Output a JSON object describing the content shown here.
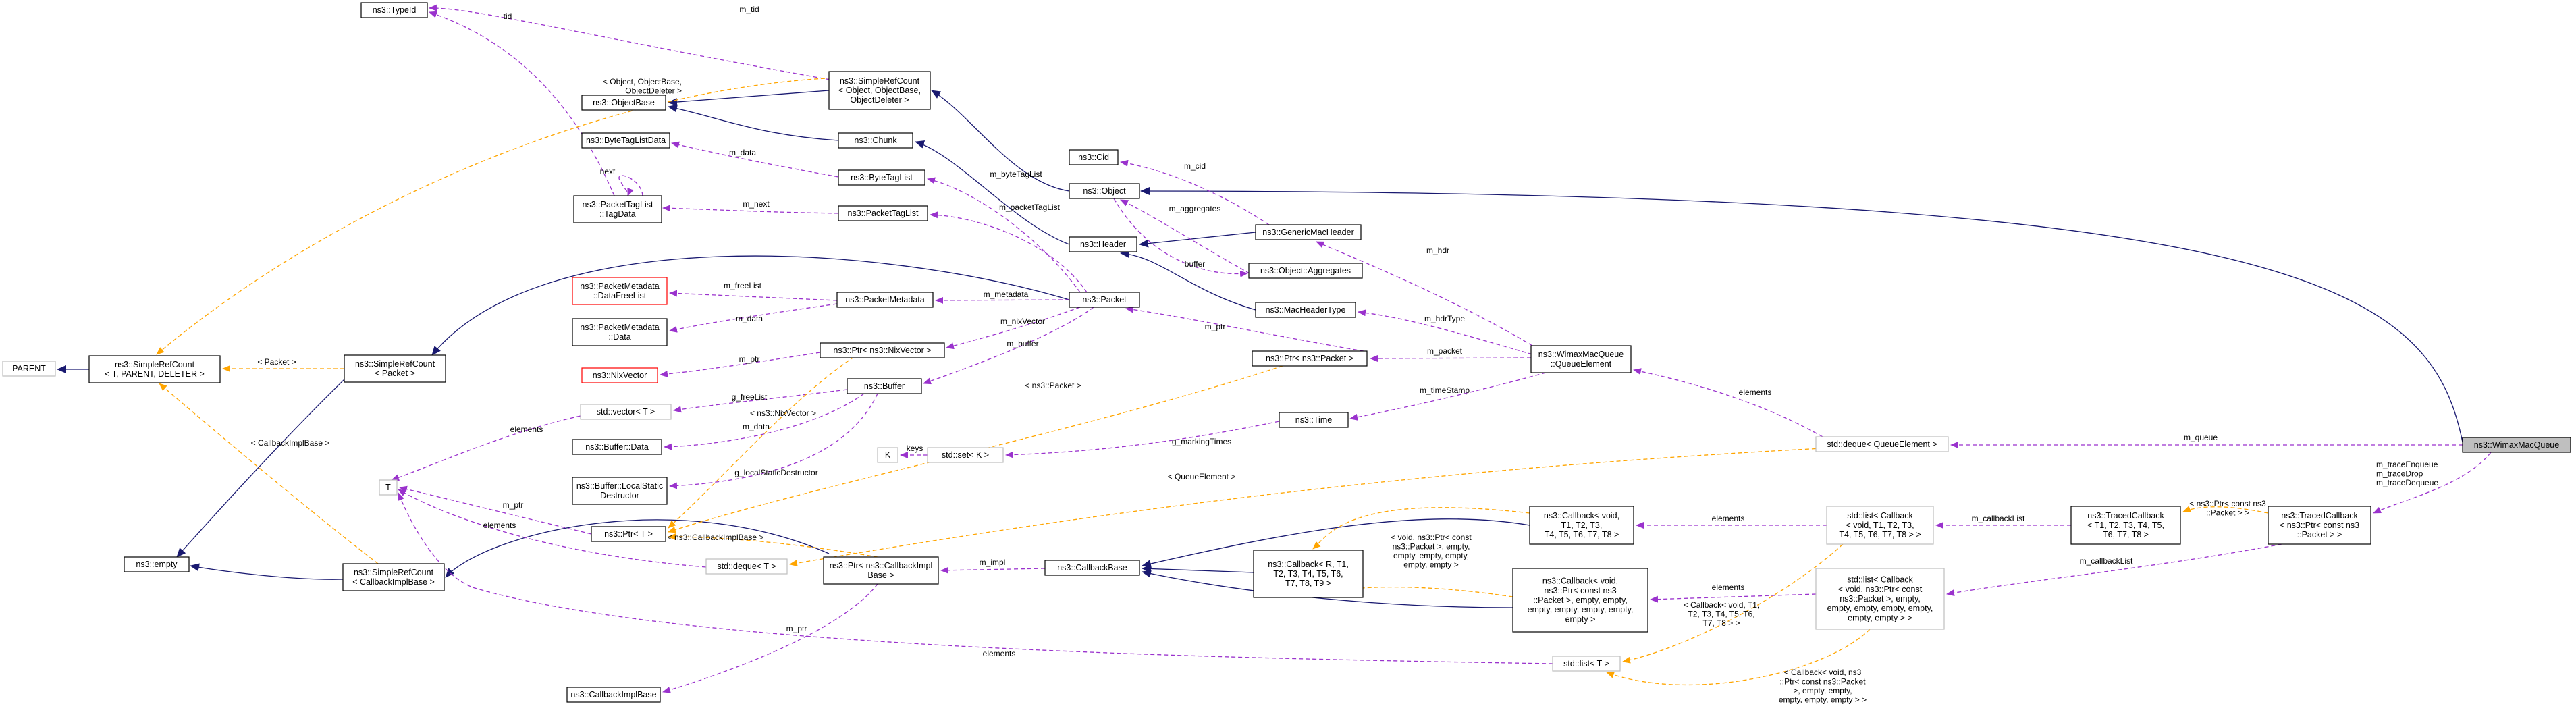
{
  "colors": {
    "inheritance": "#191970",
    "usage": "#9a32cd",
    "template": "#ffa500",
    "main_node_fill": "#bfbfbf",
    "external_border": "#bfbfbf",
    "red_border": "#ff0000"
  },
  "nodes": {
    "typeid": [
      "ns3::TypeId"
    ],
    "srcount_obj": [
      "ns3::SimpleRefCount",
      "< Object, ObjectBase,",
      "ObjectDeleter >"
    ],
    "objectbase": [
      "ns3::ObjectBase"
    ],
    "chunk": [
      "ns3::Chunk"
    ],
    "bytetaglistdata": [
      "ns3::ByteTagListData"
    ],
    "bytetaglist": [
      "ns3::ByteTagList"
    ],
    "packettaglist_tagdata": [
      "ns3::PacketTagList",
      "::TagData"
    ],
    "packettaglist": [
      "ns3::PacketTagList"
    ],
    "cid": [
      "ns3::Cid"
    ],
    "object": [
      "ns3::Object"
    ],
    "header": [
      "ns3::Header"
    ],
    "genericmacheader": [
      "ns3::GenericMacHeader"
    ],
    "object_aggregates": [
      "ns3::Object::Aggregates"
    ],
    "parent": [
      "PARENT"
    ],
    "srcount_tpd": [
      "ns3::SimpleRefCount",
      "< T, PARENT, DELETER >"
    ],
    "srcount_packet": [
      "ns3::SimpleRefCount",
      "< Packet >"
    ],
    "pm_datafreelist": [
      "ns3::PacketMetadata",
      "::DataFreeList"
    ],
    "packetmetadata": [
      "ns3::PacketMetadata"
    ],
    "packet": [
      "ns3::Packet"
    ],
    "macheadertype": [
      "ns3::MacHeaderType"
    ],
    "pm_data": [
      "ns3::PacketMetadata",
      "::Data"
    ],
    "ptr_nixvector": [
      "ns3::Ptr< ns3::NixVector >"
    ],
    "ptr_packet": [
      "ns3::Ptr< ns3::Packet >"
    ],
    "wimaxmacqueue_qe": [
      "ns3::WimaxMacQueue",
      "::QueueElement"
    ],
    "nixvector": [
      "ns3::NixVector"
    ],
    "buffer": [
      "ns3::Buffer"
    ],
    "std_vector": [
      "std::vector< T >"
    ],
    "time": [
      "ns3::Time"
    ],
    "buffer_data": [
      "ns3::Buffer::Data"
    ],
    "k": [
      "K"
    ],
    "std_set": [
      "std::set< K >"
    ],
    "std_deque_qe": [
      "std::deque< QueueElement >"
    ],
    "wimaxmacqueue": [
      "ns3::WimaxMacQueue"
    ],
    "buffer_lsd": [
      "ns3::Buffer::LocalStatic",
      "Destructor"
    ],
    "empty": [
      "ns3::empty"
    ],
    "t": [
      "T"
    ],
    "ptr_t": [
      "ns3::Ptr< T >"
    ],
    "std_deque_t": [
      "std::deque< T >"
    ],
    "srcount_cbimpl": [
      "ns3::SimpleRefCount",
      "< CallbackImplBase >"
    ],
    "ptr_cbimpl": [
      "ns3::Ptr< ns3::CallbackImpl",
      "Base >"
    ],
    "callbackbase": [
      "ns3::CallbackBase"
    ],
    "callback_void": [
      "ns3::Callback< void,",
      "T1, T2, T3,",
      "T4, T5, T6, T7, T8 >"
    ],
    "callback_r": [
      "ns3::Callback< R, T1,",
      "T2, T3, T4, T5, T6,",
      "T7, T8, T9 >"
    ],
    "callback_packet": [
      "ns3::Callback< void,",
      "ns3::Ptr< const ns3",
      "::Packet >, empty, empty,",
      "empty, empty, empty, empty,",
      "empty >"
    ],
    "std_list_cbvoid": [
      "std::list< Callback",
      "< void, T1, T2, T3,",
      "T4, T5, T6, T7, T8 > >"
    ],
    "std_list_cbpacket": [
      "std::list< Callback",
      "< void, ns3::Ptr< const",
      "ns3::Packet >, empty,",
      "empty, empty, empty, empty,",
      "empty, empty > >"
    ],
    "traced_t": [
      "ns3::TracedCallback",
      "< T1, T2, T3, T4, T5,",
      "T6, T7, T8 >"
    ],
    "traced_packet": [
      "ns3::TracedCallback",
      "< ns3::Ptr< const ns3",
      "::Packet > >"
    ],
    "cbimplbase": [
      "ns3::CallbackImplBase"
    ],
    "std_list_t": [
      "std::list< T >"
    ]
  },
  "edge_labels": {
    "tid": [
      "tid"
    ],
    "m_tid": [
      "m_tid"
    ],
    "obj_srcount": [
      "< Object, ObjectBase,",
      "ObjectDeleter >"
    ],
    "next": [
      "next"
    ],
    "m_data_btl": [
      "m_data"
    ],
    "m_next": [
      "m_next"
    ],
    "m_byteTagList": [
      "m_byteTagList"
    ],
    "m_packetTagList": [
      "m_packetTagList"
    ],
    "m_cid": [
      "m_cid"
    ],
    "m_aggregates": [
      "m_aggregates"
    ],
    "buffer": [
      "buffer"
    ],
    "m_hdr": [
      "m_hdr"
    ],
    "packet_tpl": [
      "< Packet >"
    ],
    "m_freeList": [
      "m_freeList"
    ],
    "m_metadata": [
      "m_metadata"
    ],
    "m_data_pm": [
      "m_data"
    ],
    "m_nixVector": [
      "m_nixVector"
    ],
    "m_hdrType": [
      "m_hdrType"
    ],
    "m_ptr_nix": [
      "m_ptr"
    ],
    "m_buffer": [
      "m_buffer"
    ],
    "m_ptr_packet": [
      "m_ptr"
    ],
    "m_packet": [
      "m_packet"
    ],
    "m_timeStamp": [
      "m_timeStamp"
    ],
    "g_freeList": [
      "g_freeList"
    ],
    "elements_vec": [
      "elements"
    ],
    "nixvector_tpl": [
      "< ns3::NixVector >"
    ],
    "packet_tpl2": [
      "< ns3::Packet >"
    ],
    "elements_qe": [
      "elements"
    ],
    "m_data_buf": [
      "m_data"
    ],
    "g_markingTimes": [
      "g_markingTimes"
    ],
    "keys": [
      "keys"
    ],
    "g_lsd": [
      "g_localStaticDestructor"
    ],
    "m_queue": [
      "m_queue"
    ],
    "qe_tpl": [
      "< QueueElement >"
    ],
    "cbimpl_tpl": [
      "< CallbackImplBase >"
    ],
    "m_ptr_t": [
      "m_ptr"
    ],
    "elements_t": [
      "elements"
    ],
    "cbimpl_tpl2": [
      "< ns3::CallbackImplBase >"
    ],
    "m_impl": [
      "m_impl"
    ],
    "elements_cbv": [
      "elements"
    ],
    "m_callbackList1": [
      "m_callbackList"
    ],
    "tpl_r": [
      "< void, ns3::Ptr< const",
      "ns3::Packet >, empty,",
      "empty, empty, empty,",
      "empty, empty >"
    ],
    "m_traces": [
      "m_traceEnqueue",
      "m_traceDrop",
      "m_traceDequeue"
    ],
    "traced_tpl": [
      "< ns3::Ptr< const ns3",
      "::Packet > >"
    ],
    "m_callbackList2": [
      "m_callbackList"
    ],
    "elements_cbp": [
      "elements"
    ],
    "m_ptr_cbi": [
      "m_ptr"
    ],
    "elements_list": [
      "elements"
    ],
    "tpl_list1": [
      "< Callback< void, T1,",
      "T2, T3, T4, T5, T6,",
      "T7, T8 > >"
    ],
    "tpl_list2": [
      "< Callback< void, ns3",
      "::Ptr< const ns3::Packet",
      ">, empty, empty,",
      "empty, empty, empty > >"
    ]
  }
}
